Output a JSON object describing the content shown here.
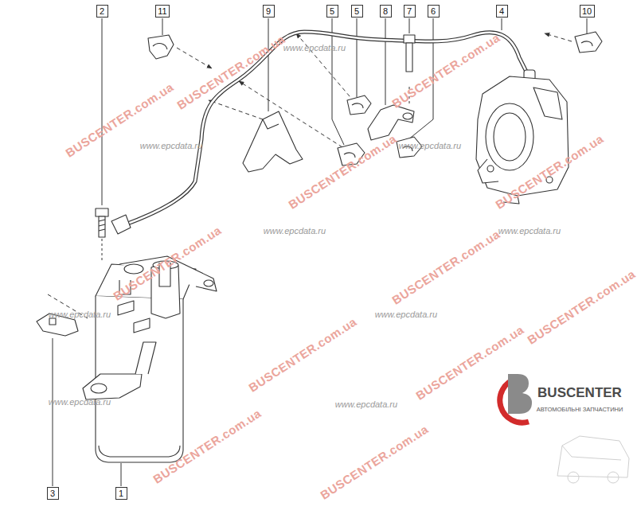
{
  "diagram": {
    "nodes": [
      {
        "text": [
          "2"
        ]
      },
      {
        "text": [
          "11"
        ]
      },
      {
        "text": [
          "9"
        ]
      },
      {
        "text": [
          "5"
        ]
      },
      {
        "text": [
          "5"
        ]
      },
      {
        "text": [
          "8"
        ]
      },
      {
        "text": [
          "7"
        ]
      },
      {
        "text": [
          "6"
        ]
      },
      {
        "text": [
          "4"
        ]
      },
      {
        "text": [
          "10"
        ]
      },
      {
        "text": [
          "3"
        ]
      },
      {
        "text": [
          "1"
        ]
      }
    ],
    "labels": [
      "BUSCENTER.com.ua",
      "BUSCENTER.com.ua",
      "BUSCENTER.com.ua",
      "BUSCENTER.com.ua",
      "BUSCENTER.com.ua",
      "BUSCENTER.com.ua",
      "BUSCENTER.com.ua",
      "BUSCENTER.com.ua",
      "BUSCENTER.com.ua",
      "BUSCENTER.com.ua",
      "BUSCENTER.com.ua",
      "BUSCENTER.com.ua",
      "www.epcdata.ru",
      "www.epcdata.ru",
      "www.epcdata.ru",
      "www.epcdata.ru",
      "www.epcdata.ru",
      "www.epcdata.ru",
      "www.epcdata.ru",
      "www.epcdata.ru",
      "www.epcdata.ru",
      "BUSCENTER",
      "АВТОМОБІЛЬНІ ЗАПЧАСТИНИ"
    ]
  }
}
